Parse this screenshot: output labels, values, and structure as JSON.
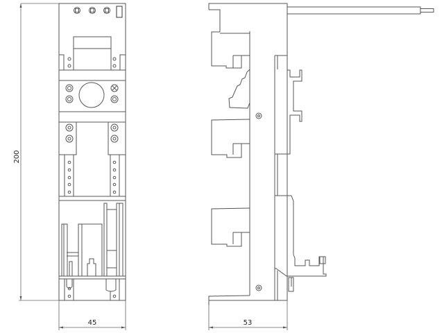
{
  "drawing": {
    "views": [
      {
        "name": "front-view",
        "width_dimension": "45",
        "height_dimension": "200"
      },
      {
        "name": "side-view",
        "width_dimension": "53"
      }
    ],
    "dimensions": {
      "height": "200",
      "front_width": "45",
      "side_width": "53"
    },
    "colors": {
      "line": "#555555",
      "background": "#ffffff"
    }
  }
}
